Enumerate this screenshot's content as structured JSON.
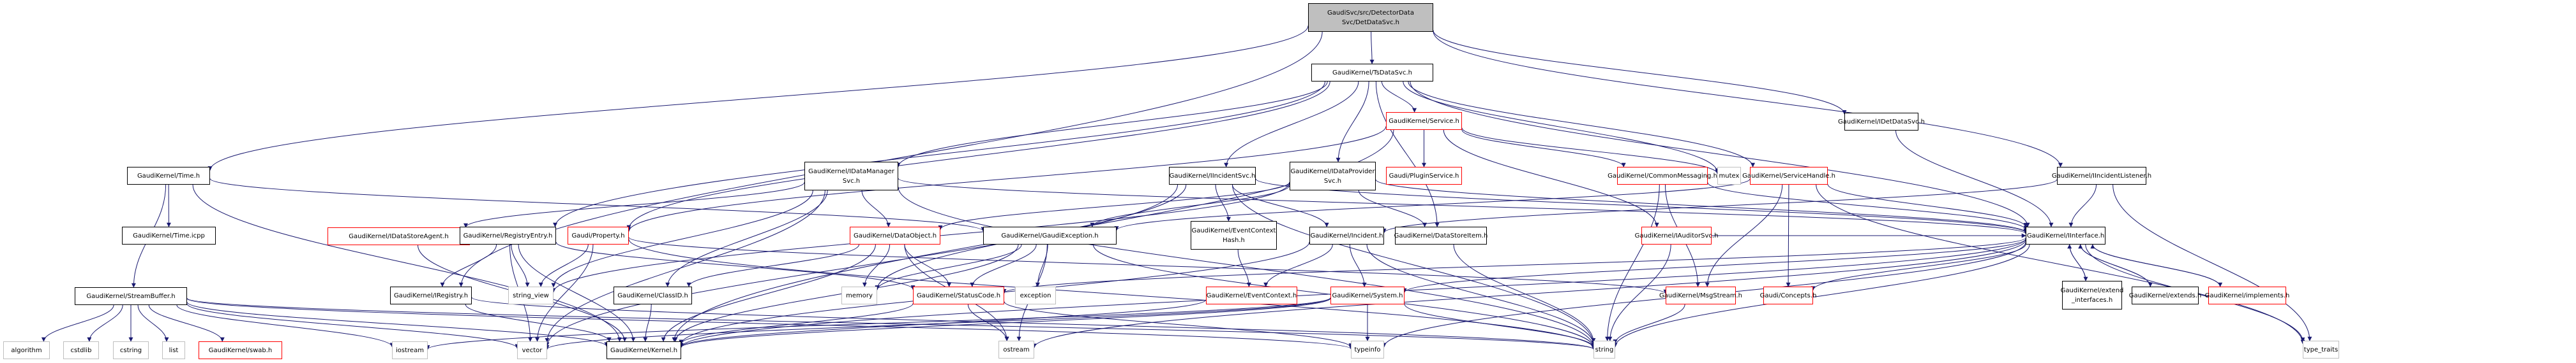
{
  "diagram": {
    "title": "Include dependency graph for DetDataSvc.h",
    "colors": {
      "edge": "#191970",
      "root_fill": "#bfbfbf",
      "incomplete_border": "#ff0000",
      "system_border": "#bfbfbf",
      "normal_border": "#000000"
    },
    "nodes": [
      {
        "id": "detdatasvc",
        "label": "GaudiSvc/src/DetectorData\nSvc/DetDataSvc.h",
        "kind": "root"
      },
      {
        "id": "tsdatasvc",
        "label": "GaudiKernel/TsDataSvc.h",
        "kind": "normal"
      },
      {
        "id": "time",
        "label": "GaudiKernel/Time.h",
        "kind": "normal"
      },
      {
        "id": "timeicpp",
        "label": "GaudiKernel/Time.icpp",
        "kind": "normal"
      },
      {
        "id": "streambuffer",
        "label": "GaudiKernel/StreamBuffer.h",
        "kind": "normal"
      },
      {
        "id": "algorithm",
        "label": "algorithm",
        "kind": "system"
      },
      {
        "id": "cstdlib",
        "label": "cstdlib",
        "kind": "system"
      },
      {
        "id": "cstring",
        "label": "cstring",
        "kind": "system"
      },
      {
        "id": "list",
        "label": "list",
        "kind": "system"
      },
      {
        "id": "swab",
        "label": "GaudiKernel/swab.h",
        "kind": "incomplete"
      },
      {
        "id": "idatastoreagent",
        "label": "GaudiKernel/IDataStoreAgent.h",
        "kind": "incomplete"
      },
      {
        "id": "registryentry",
        "label": "GaudiKernel/RegistryEntry.h",
        "kind": "normal"
      },
      {
        "id": "property",
        "label": "Gaudi/Property.h",
        "kind": "incomplete"
      },
      {
        "id": "iregistry",
        "label": "GaudiKernel/IRegistry.h",
        "kind": "normal"
      },
      {
        "id": "string_view",
        "label": "string_view",
        "kind": "system"
      },
      {
        "id": "classid",
        "label": "GaudiKernel/ClassID.h",
        "kind": "normal"
      },
      {
        "id": "iostream",
        "label": "iostream",
        "kind": "system"
      },
      {
        "id": "vector",
        "label": "vector",
        "kind": "system"
      },
      {
        "id": "kernel",
        "label": "GaudiKernel/Kernel.h",
        "kind": "normal"
      },
      {
        "id": "idatamanagersvc",
        "label": "GaudiKernel/IDataManager\nSvc.h",
        "kind": "normal"
      },
      {
        "id": "dataobject",
        "label": "GaudiKernel/DataObject.h",
        "kind": "incomplete"
      },
      {
        "id": "memory",
        "label": "memory",
        "kind": "system"
      },
      {
        "id": "statuscode",
        "label": "GaudiKernel/StatusCode.h",
        "kind": "incomplete"
      },
      {
        "id": "exception",
        "label": "exception",
        "kind": "system"
      },
      {
        "id": "ostream",
        "label": "ostream",
        "kind": "system"
      },
      {
        "id": "gaudiexception",
        "label": "GaudiKernel/GaudiException.h",
        "kind": "normal"
      },
      {
        "id": "iincidentsvc",
        "label": "GaudiKernel/IIncidentSvc.h",
        "kind": "normal"
      },
      {
        "id": "idataprovidersvc",
        "label": "GaudiKernel/IDataProvider\nSvc.h",
        "kind": "normal"
      },
      {
        "id": "service",
        "label": "GaudiKernel/Service.h",
        "kind": "incomplete"
      },
      {
        "id": "pluginservice",
        "label": "Gaudi/PluginService.h",
        "kind": "incomplete"
      },
      {
        "id": "eventcontexthash",
        "label": "GaudiKernel/EventContext\nHash.h",
        "kind": "normal"
      },
      {
        "id": "incident",
        "label": "GaudiKernel/Incident.h",
        "kind": "normal"
      },
      {
        "id": "datastoreitem",
        "label": "GaudiKernel/DataStoreItem.h",
        "kind": "normal"
      },
      {
        "id": "eventcontext",
        "label": "GaudiKernel/EventContext.h",
        "kind": "incomplete"
      },
      {
        "id": "system",
        "label": "GaudiKernel/System.h",
        "kind": "incomplete"
      },
      {
        "id": "typeinfo",
        "label": "typeinfo",
        "kind": "system"
      },
      {
        "id": "commonmessaging",
        "label": "GaudiKernel/CommonMessaging.h",
        "kind": "incomplete"
      },
      {
        "id": "mutex",
        "label": "mutex",
        "kind": "system"
      },
      {
        "id": "servicehandle",
        "label": "GaudiKernel/ServiceHandle.h",
        "kind": "incomplete"
      },
      {
        "id": "iauditorsvc",
        "label": "GaudiKernel/IAuditorSvc.h",
        "kind": "incomplete"
      },
      {
        "id": "msgstream",
        "label": "GaudiKernel/MsgStream.h",
        "kind": "incomplete"
      },
      {
        "id": "concepts",
        "label": "Gaudi/Concepts.h",
        "kind": "incomplete"
      },
      {
        "id": "string",
        "label": "string",
        "kind": "system"
      },
      {
        "id": "idetdatasvc",
        "label": "GaudiKernel/IDetDataSvc.h",
        "kind": "normal"
      },
      {
        "id": "iincidentlistener",
        "label": "GaudiKernel/IIncidentListener.h",
        "kind": "normal"
      },
      {
        "id": "iinterface",
        "label": "GaudiKernel/IInterface.h",
        "kind": "normal"
      },
      {
        "id": "extend_interfaces",
        "label": "GaudiKernel/extend\n_interfaces.h",
        "kind": "normal"
      },
      {
        "id": "extends",
        "label": "GaudiKernel/extends.h",
        "kind": "normal"
      },
      {
        "id": "implements",
        "label": "GaudiKernel/implements.h",
        "kind": "incomplete"
      },
      {
        "id": "type_traits",
        "label": "type_traits",
        "kind": "system"
      }
    ],
    "edges": [
      [
        "detdatasvc",
        "tsdatasvc"
      ],
      [
        "detdatasvc",
        "time"
      ],
      [
        "detdatasvc",
        "iregistry"
      ],
      [
        "detdatasvc",
        "idetdatasvc"
      ],
      [
        "detdatasvc",
        "iincidentlistener"
      ],
      [
        "tsdatasvc",
        "idatamanagersvc"
      ],
      [
        "tsdatasvc",
        "iincidentsvc"
      ],
      [
        "tsdatasvc",
        "idataprovidersvc"
      ],
      [
        "tsdatasvc",
        "service"
      ],
      [
        "tsdatasvc",
        "registryentry"
      ],
      [
        "tsdatasvc",
        "property"
      ],
      [
        "tsdatasvc",
        "datastoreitem"
      ],
      [
        "tsdatasvc",
        "mutex"
      ],
      [
        "tsdatasvc",
        "servicehandle"
      ],
      [
        "tsdatasvc",
        "iinterface"
      ],
      [
        "time",
        "timeicpp"
      ],
      [
        "time",
        "streambuffer"
      ],
      [
        "time",
        "kernel"
      ],
      [
        "time",
        "gaudiexception"
      ],
      [
        "streambuffer",
        "algorithm"
      ],
      [
        "streambuffer",
        "cstdlib"
      ],
      [
        "streambuffer",
        "cstring"
      ],
      [
        "streambuffer",
        "list"
      ],
      [
        "streambuffer",
        "swab"
      ],
      [
        "streambuffer",
        "iostream"
      ],
      [
        "streambuffer",
        "vector"
      ],
      [
        "streambuffer",
        "kernel"
      ],
      [
        "streambuffer",
        "string"
      ],
      [
        "streambuffer",
        "typeinfo"
      ],
      [
        "idatamanagersvc",
        "idatastoreagent"
      ],
      [
        "idatamanagersvc",
        "dataobject"
      ],
      [
        "idatamanagersvc",
        "classid"
      ],
      [
        "idatamanagersvc",
        "string_view"
      ],
      [
        "idatamanagersvc",
        "vector"
      ],
      [
        "idatamanagersvc",
        "iinterface"
      ],
      [
        "idatamanagersvc",
        "string"
      ],
      [
        "registryentry",
        "iregistry"
      ],
      [
        "registryentry",
        "string_view"
      ],
      [
        "registryentry",
        "vector"
      ],
      [
        "registryentry",
        "kernel"
      ],
      [
        "registryentry",
        "statuscode"
      ],
      [
        "property",
        "string_view"
      ],
      [
        "property",
        "string"
      ],
      [
        "property",
        "msgstream"
      ],
      [
        "property",
        "vector"
      ],
      [
        "idatastoreagent",
        "kernel"
      ],
      [
        "iregistry",
        "kernel"
      ],
      [
        "iregistry",
        "string"
      ],
      [
        "classid",
        "kernel"
      ],
      [
        "dataobject",
        "memory"
      ],
      [
        "dataobject",
        "statuscode"
      ],
      [
        "dataobject",
        "classid"
      ],
      [
        "dataobject",
        "kernel"
      ],
      [
        "dataobject",
        "ostream"
      ],
      [
        "statuscode",
        "kernel"
      ],
      [
        "statuscode",
        "ostream"
      ],
      [
        "statuscode",
        "typeinfo"
      ],
      [
        "gaudiexception",
        "statuscode"
      ],
      [
        "gaudiexception",
        "exception"
      ],
      [
        "gaudiexception",
        "ostream"
      ],
      [
        "gaudiexception",
        "kernel"
      ],
      [
        "gaudiexception",
        "string"
      ],
      [
        "gaudiexception",
        "memory"
      ],
      [
        "iincidentsvc",
        "eventcontexthash"
      ],
      [
        "iincidentsvc",
        "incident"
      ],
      [
        "iincidentsvc",
        "iinterface"
      ],
      [
        "iincidentsvc",
        "memory"
      ],
      [
        "iincidentsvc",
        "vector"
      ],
      [
        "iincidentsvc",
        "string"
      ],
      [
        "idataprovidersvc",
        "datastoreitem"
      ],
      [
        "idataprovidersvc",
        "gaudiexception"
      ],
      [
        "idataprovidersvc",
        "iinterface"
      ],
      [
        "idataprovidersvc",
        "string_view"
      ],
      [
        "idataprovidersvc",
        "dataobject"
      ],
      [
        "service",
        "pluginservice"
      ],
      [
        "service",
        "commonmessaging"
      ],
      [
        "service",
        "iauditorsvc"
      ],
      [
        "service",
        "mutex"
      ],
      [
        "service",
        "property"
      ],
      [
        "service",
        "kernel"
      ],
      [
        "eventcontexthash",
        "eventcontext"
      ],
      [
        "incident",
        "eventcontext"
      ],
      [
        "incident",
        "kernel"
      ],
      [
        "incident",
        "string"
      ],
      [
        "incident",
        "system"
      ],
      [
        "datastoreitem",
        "string"
      ],
      [
        "eventcontext",
        "kernel"
      ],
      [
        "system",
        "kernel"
      ],
      [
        "system",
        "typeinfo"
      ],
      [
        "system",
        "string"
      ],
      [
        "system",
        "vector"
      ],
      [
        "system",
        "iostream"
      ],
      [
        "commonmessaging",
        "msgstream"
      ],
      [
        "commonmessaging",
        "string"
      ],
      [
        "commonmessaging",
        "iinterface"
      ],
      [
        "servicehandle",
        "msgstream"
      ],
      [
        "servicehandle",
        "concepts"
      ],
      [
        "servicehandle",
        "iinterface"
      ],
      [
        "servicehandle",
        "gaudiexception"
      ],
      [
        "servicehandle",
        "type_traits"
      ],
      [
        "iauditorsvc",
        "string"
      ],
      [
        "iauditorsvc",
        "iinterface"
      ],
      [
        "msgstream",
        "string"
      ],
      [
        "idetdatasvc",
        "iinterface"
      ],
      [
        "iincidentlistener",
        "iinterface"
      ],
      [
        "iincidentlistener",
        "incident"
      ],
      [
        "iincidentlistener",
        "type_traits"
      ],
      [
        "iinterface",
        "extend_interfaces"
      ],
      [
        "iinterface",
        "extends"
      ],
      [
        "iinterface",
        "implements"
      ],
      [
        "iinterface",
        "concepts"
      ],
      [
        "iinterface",
        "system"
      ],
      [
        "iinterface",
        "statuscode"
      ],
      [
        "iinterface",
        "kernel"
      ],
      [
        "iinterface",
        "ostream"
      ],
      [
        "iinterface",
        "string"
      ],
      [
        "iinterface",
        "typeinfo"
      ],
      [
        "iinterface",
        "type_traits"
      ],
      [
        "extend_interfaces",
        "iinterface"
      ],
      [
        "extends",
        "iinterface"
      ],
      [
        "implements",
        "iinterface"
      ]
    ]
  }
}
